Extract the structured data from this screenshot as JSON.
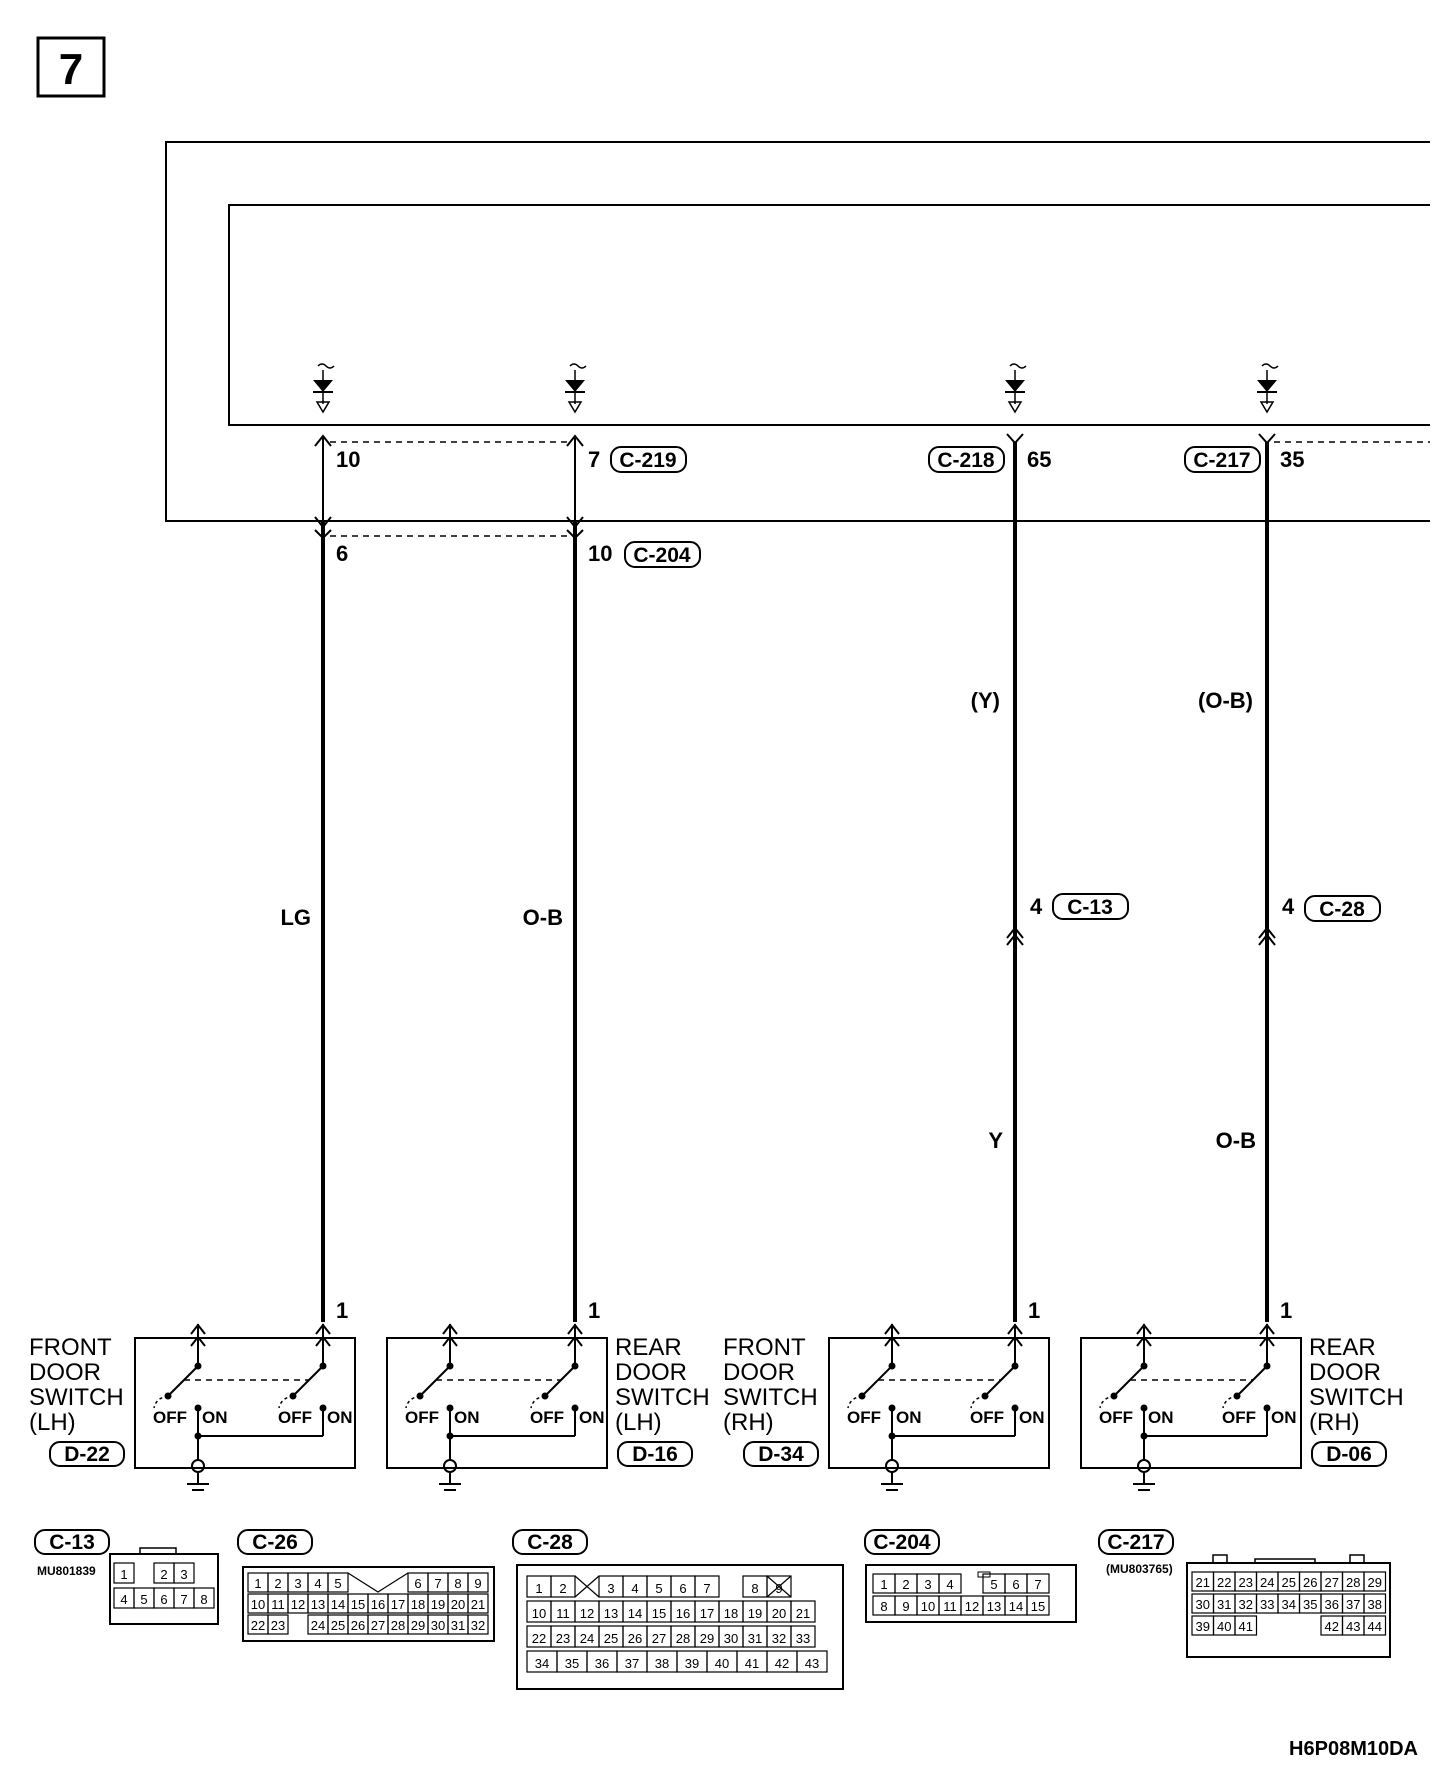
{
  "page_number": "7",
  "drawing_code": "H6P08M10DA",
  "connector_refs": {
    "c219": "C-219",
    "c204": "C-204",
    "c218": "C-218",
    "c217": "C-217",
    "c13": "C-13",
    "c28": "C-28"
  },
  "terminals": {
    "lh_front_top": "10",
    "lh_rear_top": "7",
    "rh_front_top": "65",
    "rh_rear_top": "35",
    "lh_front_mid": "6",
    "lh_rear_mid": "10",
    "rh_front_inline": "4",
    "rh_rear_inline": "4",
    "switch_pin": "1"
  },
  "wires": {
    "lh_front": "LG",
    "lh_rear": "O-B",
    "rh_front_upper": "(Y)",
    "rh_rear_upper": "(O-B)",
    "rh_front_lower": "Y",
    "rh_rear_lower": "O-B"
  },
  "switches": [
    {
      "label_lines": [
        "FRONT",
        "DOOR",
        "SWITCH",
        "(LH)"
      ],
      "connector": "D-22"
    },
    {
      "label_lines": [
        "REAR",
        "DOOR",
        "SWITCH",
        "(LH)"
      ],
      "connector": "D-16"
    },
    {
      "label_lines": [
        "FRONT",
        "DOOR",
        "SWITCH",
        "(RH)"
      ],
      "connector": "D-34"
    },
    {
      "label_lines": [
        "REAR",
        "DOOR",
        "SWITCH",
        "(RH)"
      ],
      "connector": "D-06"
    }
  ],
  "switch_states": {
    "off": "OFF",
    "on": "ON"
  },
  "connector_faces": {
    "c13": {
      "name": "C-13",
      "part_no": "MU801839",
      "rows": [
        [
          "1",
          "",
          "2",
          "3"
        ],
        [
          "4",
          "5",
          "6",
          "7",
          "8"
        ]
      ]
    },
    "c26": {
      "name": "C-26",
      "rows": [
        [
          "1",
          "2",
          "3",
          "4",
          "5",
          "",
          "",
          "",
          "6",
          "7",
          "8",
          "9"
        ],
        [
          "10",
          "11",
          "12",
          "13",
          "14",
          "15",
          "16",
          "17",
          "18",
          "19",
          "20",
          "21"
        ],
        [
          "22",
          "23",
          "",
          "24",
          "25",
          "26",
          "27",
          "28",
          "29",
          "30",
          "31",
          "32"
        ]
      ]
    },
    "c28": {
      "name": "C-28",
      "rows": [
        [
          "1",
          "2",
          "",
          "3",
          "4",
          "5",
          "6",
          "7",
          "",
          "8",
          "9"
        ],
        [
          "10",
          "11",
          "12",
          "13",
          "14",
          "15",
          "16",
          "17",
          "18",
          "19",
          "20",
          "21"
        ],
        [
          "22",
          "23",
          "24",
          "25",
          "26",
          "27",
          "28",
          "29",
          "30",
          "31",
          "32",
          "33"
        ],
        [
          "34",
          "35",
          "36",
          "37",
          "38",
          "39",
          "40",
          "41",
          "42",
          "43"
        ]
      ]
    },
    "c204": {
      "name": "C-204",
      "rows": [
        [
          "1",
          "2",
          "3",
          "4",
          "",
          "5",
          "6",
          "7"
        ],
        [
          "8",
          "9",
          "10",
          "11",
          "12",
          "13",
          "14",
          "15"
        ]
      ]
    },
    "c217": {
      "name": "C-217",
      "part_no": "(MU803765)",
      "rows": [
        [
          "21",
          "22",
          "23",
          "24",
          "25",
          "26",
          "27",
          "28",
          "29"
        ],
        [
          "30",
          "31",
          "32",
          "33",
          "34",
          "35",
          "36",
          "37",
          "38"
        ],
        [
          "39",
          "40",
          "41",
          "42",
          "43",
          "44"
        ]
      ]
    }
  }
}
